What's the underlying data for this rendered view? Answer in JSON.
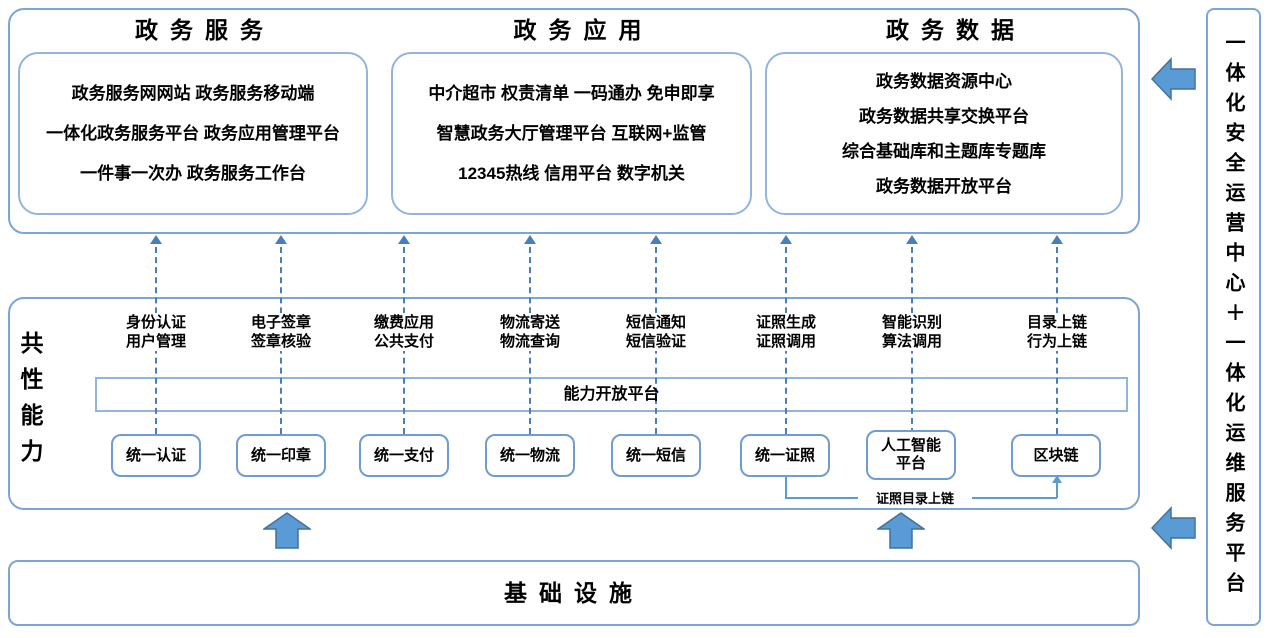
{
  "top_sections": [
    {
      "title": "政务服务",
      "lines": [
        "政务服务网网站 政务服务移动端",
        "一体化政务服务平台 政务应用管理平台",
        "一件事一次办 政务服务工作台"
      ]
    },
    {
      "title": "政务应用",
      "lines": [
        "中介超市 权责清单 一码通办 免申即享",
        "智慧政务大厅管理平台 互联网+监管",
        "12345热线 信用平台 数字机关"
      ]
    },
    {
      "title": "政务数据",
      "lines": [
        "政务数据资源中心",
        "政务数据共享交换平台",
        "综合基础库和主题库专题库",
        "政务数据开放平台"
      ]
    }
  ],
  "capability": {
    "side_label": "共性能力",
    "open_platform_label": "能力开放平台",
    "columns": [
      {
        "top_label": "身份认证\n用户管理",
        "box_label": "统一认证"
      },
      {
        "top_label": "电子签章\n签章核验",
        "box_label": "统一印章"
      },
      {
        "top_label": "缴费应用\n公共支付",
        "box_label": "统一支付"
      },
      {
        "top_label": "物流寄送\n物流查询",
        "box_label": "统一物流"
      },
      {
        "top_label": "短信通知\n短信验证",
        "box_label": "统一短信"
      },
      {
        "top_label": "证照生成\n证照调用",
        "box_label": "统一证照"
      },
      {
        "top_label": "智能识别\n算法调用",
        "box_label": "人工智能\n平台"
      },
      {
        "top_label": "目录上链\n行为上链",
        "box_label": "区块链"
      }
    ],
    "connector_label": "证照目录上链"
  },
  "infrastructure": {
    "label": "基础设施"
  },
  "right_bar": {
    "label": "一体化安全运营中心＋一体化运维服务平台"
  },
  "colors": {
    "accent": "#5b9bd5",
    "container_border": "#7da4d6",
    "dash": "#4a7ebb"
  }
}
